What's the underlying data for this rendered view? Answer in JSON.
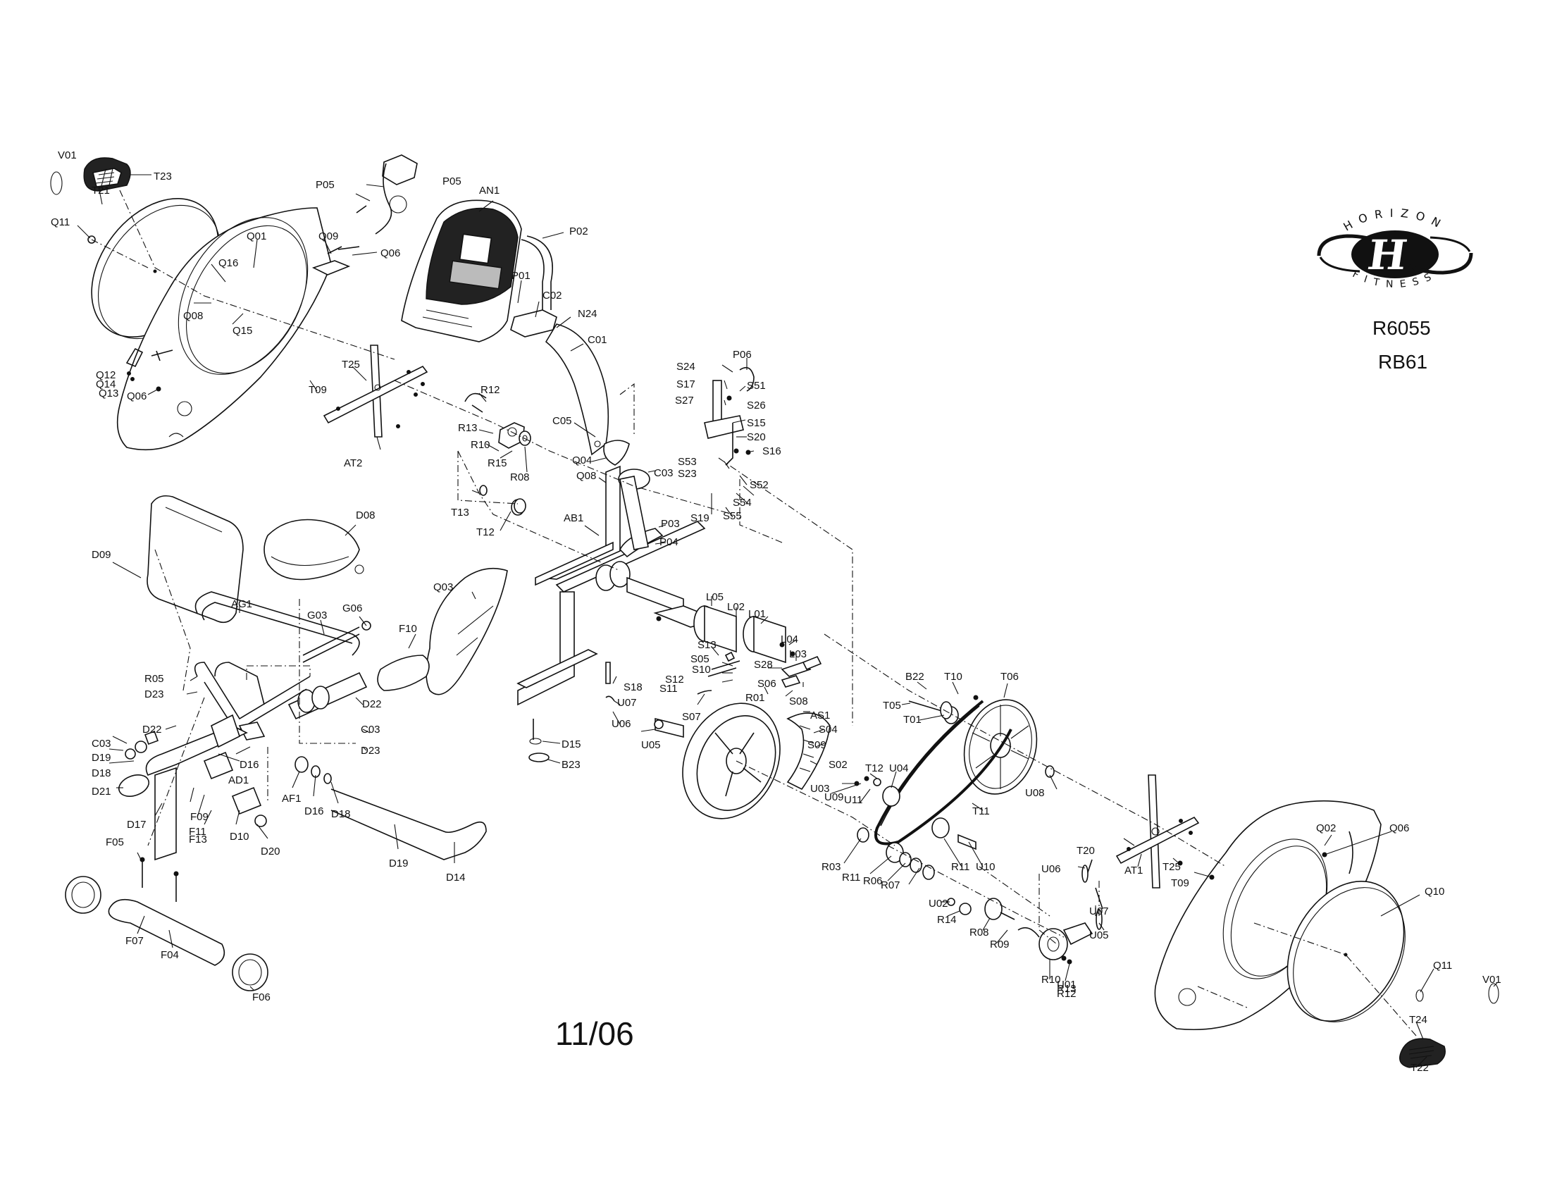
{
  "brand": {
    "top": "HORIZON",
    "bottom": "FITNESS",
    "monogram": "H"
  },
  "models": [
    "R6055",
    "RB61"
  ],
  "date": "11/06",
  "parts": [
    "V01",
    "T23",
    "T21",
    "Q11",
    "P05",
    "P05",
    "Q09",
    "Q06",
    "AN1",
    "P02",
    "Q01",
    "Q16",
    "Q08",
    "Q15",
    "P01",
    "C02",
    "N24",
    "C01",
    "Q12",
    "Q14",
    "Q13",
    "Q06",
    "T25",
    "T09",
    "R12",
    "R13",
    "R10",
    "R15",
    "R08",
    "AT2",
    "C05",
    "Q04",
    "C03",
    "Q08",
    "S24",
    "P06",
    "S17",
    "S51",
    "S27",
    "S26",
    "S15",
    "S20",
    "S16",
    "S53",
    "S23",
    "S52",
    "S19",
    "S54",
    "S55",
    "T13",
    "T12",
    "AB1",
    "P03",
    "P04",
    "D09",
    "D08",
    "AG1",
    "G03",
    "G06",
    "F10",
    "Q03",
    "L05",
    "L02",
    "L01",
    "S13",
    "L04",
    "L03",
    "S05",
    "S10",
    "S12",
    "S11",
    "S28",
    "S06",
    "R01",
    "S08",
    "S07",
    "AS1",
    "S04",
    "S09",
    "S02",
    "S18",
    "U07",
    "U06",
    "U05",
    "R05",
    "D23",
    "D22",
    "C03",
    "D23",
    "D22",
    "C03",
    "D19",
    "D18",
    "D16",
    "AD1",
    "D21",
    "F09",
    "F11",
    "F13",
    "D10",
    "D20",
    "D17",
    "AF1",
    "D16",
    "D18",
    "D19",
    "D14",
    "D15",
    "B23",
    "B22",
    "T10",
    "T06",
    "T05",
    "T01",
    "T12",
    "U04",
    "U03",
    "U09",
    "U11",
    "U08",
    "T11",
    "R03",
    "R11",
    "R06",
    "R07",
    "R11",
    "U10",
    "U02",
    "R14",
    "R08",
    "R09",
    "R10",
    "R13",
    "U06",
    "U07",
    "U05",
    "U01",
    "R12",
    "F05",
    "F07",
    "F04",
    "F06",
    "T20",
    "AT1",
    "T25",
    "T09",
    "Q02",
    "Q06",
    "Q10",
    "Q11",
    "V01",
    "T24",
    "T22"
  ]
}
